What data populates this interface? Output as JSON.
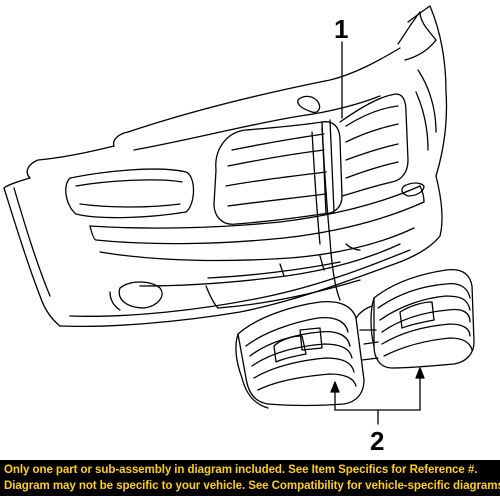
{
  "diagram": {
    "callouts": [
      {
        "id": "1",
        "label": "1"
      },
      {
        "id": "2",
        "label": "2"
      }
    ]
  },
  "disclaimer": {
    "line1": "Only one part or sub-assembly in diagram included. See Item Specifics for Reference #.",
    "line2": "Diagram may not be specific to your vehicle. See Compatibility for vehicle-specific diagrams."
  },
  "colors": {
    "line_art": "#000000",
    "disclaimer_background": "#000000",
    "disclaimer_text": "#ffd200"
  }
}
